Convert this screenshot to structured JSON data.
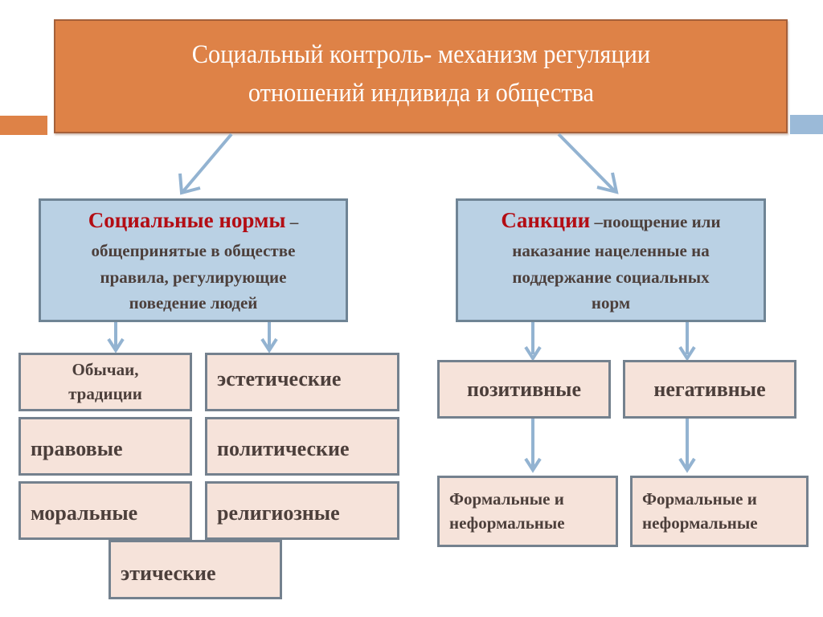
{
  "title": {
    "line1": "Социальный контроль- механизм регуляции",
    "line2": "отношений индивида и общества"
  },
  "norms": {
    "term": "Социальные нормы",
    "dash": " –",
    "definition_line1": "общепринятые в обществе",
    "definition_line2": "правила, регулирующие",
    "definition_line3": "поведение людей",
    "types": {
      "customs_line1": "Обычаи,",
      "customs_line2": "традиции",
      "legal": "правовые",
      "moral": "моральные",
      "aesthetic": "эстетические",
      "political": "политические",
      "religious": "религиозные",
      "ethical": "этические"
    }
  },
  "sanctions": {
    "term": "Санкции",
    "definition_line1": " –поощрение или",
    "definition_line2": "наказание нацеленные на",
    "definition_line3": "поддержание социальных",
    "definition_line4": "норм",
    "types": {
      "positive": "позитивные",
      "negative": "негативные",
      "positive_sub_line1": "Формальные и",
      "positive_sub_line2": "неформальные",
      "negative_sub_line1": "Формальные и",
      "negative_sub_line2": "неформальные"
    }
  },
  "colors": {
    "title_fill": "#de8247",
    "definition_fill": "#bad1e4",
    "leaf_fill": "#f6e3da",
    "accent_term": "#b30d14",
    "arrow": "#93b3d1",
    "text": "#4c3f3b"
  }
}
